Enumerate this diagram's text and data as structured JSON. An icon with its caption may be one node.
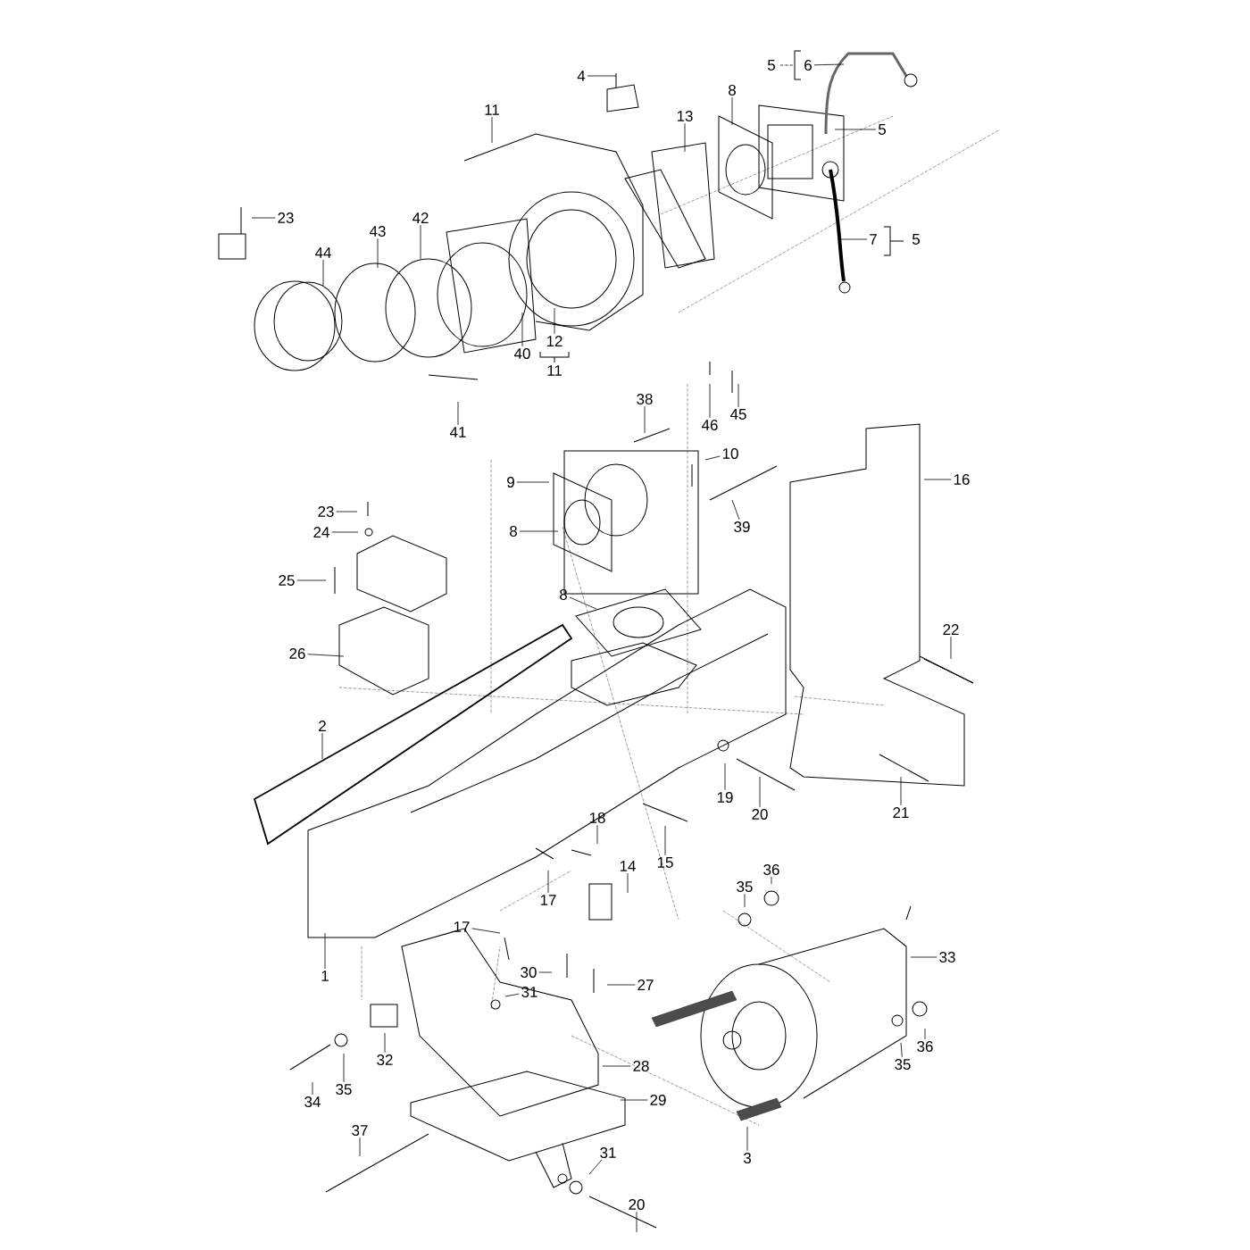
{
  "diagram": {
    "nodes": [
      {
        "text": [
          "4"
        ]
      },
      {
        "text": [
          "5"
        ]
      },
      {
        "text": [
          "6"
        ]
      },
      {
        "text": [
          "11"
        ]
      },
      {
        "text": [
          "8"
        ]
      },
      {
        "text": [
          "13"
        ]
      },
      {
        "text": [
          "5"
        ]
      },
      {
        "text": [
          "23"
        ]
      },
      {
        "text": [
          "42"
        ]
      },
      {
        "text": [
          "43"
        ]
      },
      {
        "text": [
          "7"
        ]
      },
      {
        "text": [
          "5"
        ]
      },
      {
        "text": [
          "44"
        ]
      },
      {
        "text": [
          "12"
        ]
      },
      {
        "text": [
          "40"
        ]
      },
      {
        "text": [
          "11"
        ]
      },
      {
        "text": [
          "38"
        ]
      },
      {
        "text": [
          "45"
        ]
      },
      {
        "text": [
          "46"
        ]
      },
      {
        "text": [
          "41"
        ]
      },
      {
        "text": [
          "10"
        ]
      },
      {
        "text": [
          "16"
        ]
      },
      {
        "text": [
          "9"
        ]
      },
      {
        "text": [
          "23"
        ]
      },
      {
        "text": [
          "39"
        ]
      },
      {
        "text": [
          "8"
        ]
      },
      {
        "text": [
          "24"
        ]
      },
      {
        "text": [
          "25"
        ]
      },
      {
        "text": [
          "8"
        ]
      },
      {
        "text": [
          "22"
        ]
      },
      {
        "text": [
          "26"
        ]
      },
      {
        "text": [
          "2"
        ]
      },
      {
        "text": [
          "19"
        ]
      },
      {
        "text": [
          "21"
        ]
      },
      {
        "text": [
          "20"
        ]
      },
      {
        "text": [
          "18"
        ]
      },
      {
        "text": [
          "15"
        ]
      },
      {
        "text": [
          "14"
        ]
      },
      {
        "text": [
          "36"
        ]
      },
      {
        "text": [
          "35"
        ]
      },
      {
        "text": [
          "17"
        ]
      },
      {
        "text": [
          "17"
        ]
      },
      {
        "text": [
          "33"
        ]
      },
      {
        "text": [
          "30"
        ]
      },
      {
        "text": [
          "1"
        ]
      },
      {
        "text": [
          "27"
        ]
      },
      {
        "text": [
          "31"
        ]
      },
      {
        "text": [
          "32"
        ]
      },
      {
        "text": [
          "28"
        ]
      },
      {
        "text": [
          "35"
        ]
      },
      {
        "text": [
          "36"
        ]
      },
      {
        "text": [
          "35"
        ]
      },
      {
        "text": [
          "29"
        ]
      },
      {
        "text": [
          "34"
        ]
      },
      {
        "text": [
          "37"
        ]
      },
      {
        "text": [
          "31"
        ]
      },
      {
        "text": [
          "3"
        ]
      },
      {
        "text": [
          "20"
        ]
      }
    ],
    "edges": [
      {
        "from": 0,
        "to": null,
        "arrow": "none"
      },
      {
        "from": 2,
        "to": null,
        "arrow": "none"
      },
      {
        "from": 3,
        "to": null,
        "arrow": "none"
      },
      {
        "from": 4,
        "to": null,
        "arrow": "none"
      },
      {
        "from": 5,
        "to": null,
        "arrow": "none"
      },
      {
        "from": 6,
        "to": null,
        "arrow": "none"
      },
      {
        "from": 7,
        "to": null,
        "arrow": "none"
      },
      {
        "from": 8,
        "to": null,
        "arrow": "none"
      },
      {
        "from": 9,
        "to": null,
        "arrow": "none"
      },
      {
        "from": 10,
        "to": null,
        "arrow": "none"
      },
      {
        "from": 12,
        "to": null,
        "arrow": "none"
      },
      {
        "from": 13,
        "to": null,
        "arrow": "none"
      },
      {
        "from": 14,
        "to": null,
        "arrow": "none"
      },
      {
        "from": 16,
        "to": null,
        "arrow": "none"
      },
      {
        "from": 17,
        "to": null,
        "arrow": "none"
      },
      {
        "from": 18,
        "to": null,
        "arrow": "none"
      },
      {
        "from": 19,
        "to": null,
        "arrow": "none"
      },
      {
        "from": 20,
        "to": null,
        "arrow": "none"
      },
      {
        "from": 21,
        "to": null,
        "arrow": "none"
      },
      {
        "from": 22,
        "to": null,
        "arrow": "none"
      },
      {
        "from": 23,
        "to": null,
        "arrow": "none"
      },
      {
        "from": 24,
        "to": null,
        "arrow": "none"
      },
      {
        "from": 25,
        "to": null,
        "arrow": "none"
      },
      {
        "from": 26,
        "to": null,
        "arrow": "none"
      },
      {
        "from": 27,
        "to": null,
        "arrow": "none"
      },
      {
        "from": 28,
        "to": null,
        "arrow": "none"
      },
      {
        "from": 29,
        "to": null,
        "arrow": "none"
      },
      {
        "from": 30,
        "to": null,
        "arrow": "none"
      },
      {
        "from": 31,
        "to": null,
        "arrow": "none"
      },
      {
        "from": 32,
        "to": null,
        "arrow": "none"
      },
      {
        "from": 33,
        "to": null,
        "arrow": "none"
      },
      {
        "from": 34,
        "to": null,
        "arrow": "none"
      },
      {
        "from": 35,
        "to": null,
        "arrow": "none"
      },
      {
        "from": 36,
        "to": null,
        "arrow": "none"
      },
      {
        "from": 37,
        "to": null,
        "arrow": "none"
      },
      {
        "from": 38,
        "to": null,
        "arrow": "none"
      },
      {
        "from": 39,
        "to": null,
        "arrow": "none"
      },
      {
        "from": 40,
        "to": null,
        "arrow": "none"
      },
      {
        "from": 41,
        "to": null,
        "arrow": "none"
      },
      {
        "from": 42,
        "to": null,
        "arrow": "none"
      },
      {
        "from": 43,
        "to": null,
        "arrow": "none"
      },
      {
        "from": 44,
        "to": null,
        "arrow": "none"
      },
      {
        "from": 45,
        "to": null,
        "arrow": "none"
      },
      {
        "from": 46,
        "to": null,
        "arrow": "none"
      },
      {
        "from": 47,
        "to": null,
        "arrow": "none"
      },
      {
        "from": 48,
        "to": null,
        "arrow": "none"
      },
      {
        "from": 49,
        "to": null,
        "arrow": "none"
      },
      {
        "from": 50,
        "to": null,
        "arrow": "none"
      },
      {
        "from": 51,
        "to": null,
        "arrow": "none"
      },
      {
        "from": 52,
        "to": null,
        "arrow": "none"
      },
      {
        "from": 53,
        "to": null,
        "arrow": "none"
      },
      {
        "from": 54,
        "to": null,
        "arrow": "none"
      },
      {
        "from": 55,
        "to": null,
        "arrow": "none"
      },
      {
        "from": 56,
        "to": null,
        "arrow": "none"
      },
      {
        "from": 57,
        "to": null,
        "arrow": "none"
      }
    ]
  }
}
